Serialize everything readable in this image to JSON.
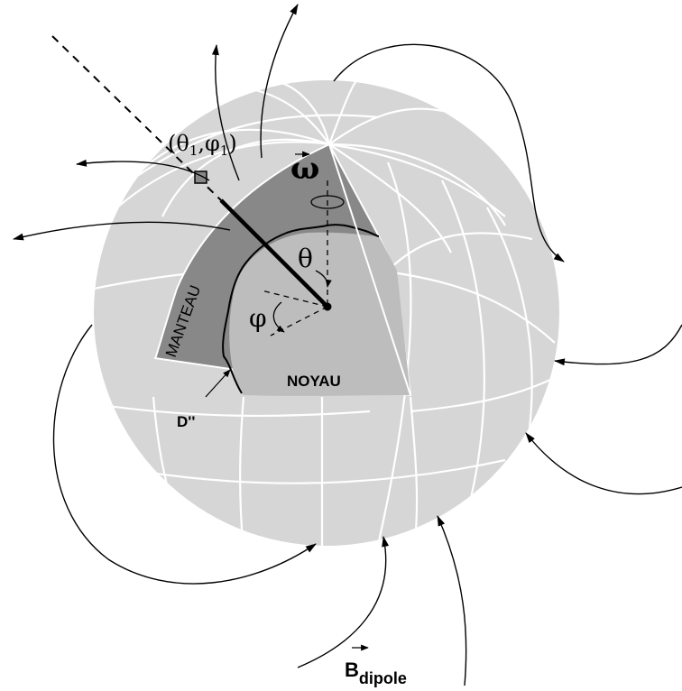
{
  "labels": {
    "coords": "(θ",
    "coords_sub1": "1",
    "coords_sep": ",φ",
    "coords_sub2": "1",
    "coords_close": ")",
    "omega": "ω",
    "theta": "θ",
    "phi": "φ",
    "mantle": "MANTEAU",
    "core": "NOYAU",
    "d_double_prime": "D''",
    "b_field": "B",
    "b_field_sub": "dipole"
  },
  "colors": {
    "sphere_surface": "#d6d6d6",
    "mantle": "#888888",
    "core": "#bdbdbd",
    "grid_lines": "#ffffff",
    "field_lines": "#000000"
  }
}
